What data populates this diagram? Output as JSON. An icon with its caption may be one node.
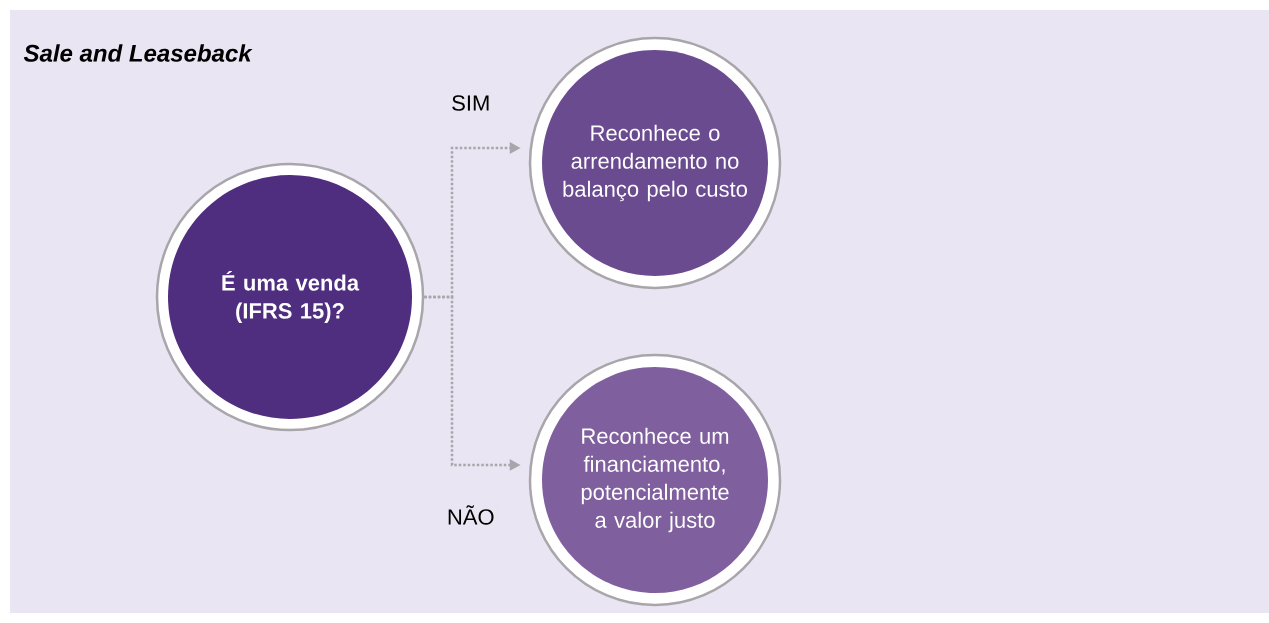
{
  "diagram": {
    "title": "Sale and Leaseback",
    "nodes": [
      {
        "text": [
          "**É uma venda (IFRS 15)?**"
        ]
      },
      {
        "text": [
          "Reconhece o arrendamento no balanço pelo custo"
        ]
      },
      {
        "text": [
          "Reconhece um financiamento, potencialmente a valor justo"
        ]
      }
    ],
    "edges": [
      {
        "from": 0,
        "to": 1,
        "arrow": "to",
        "label": "SIM"
      },
      {
        "from": 0,
        "to": 2,
        "arrow": "to",
        "label": "NÃO"
      }
    ]
  }
}
